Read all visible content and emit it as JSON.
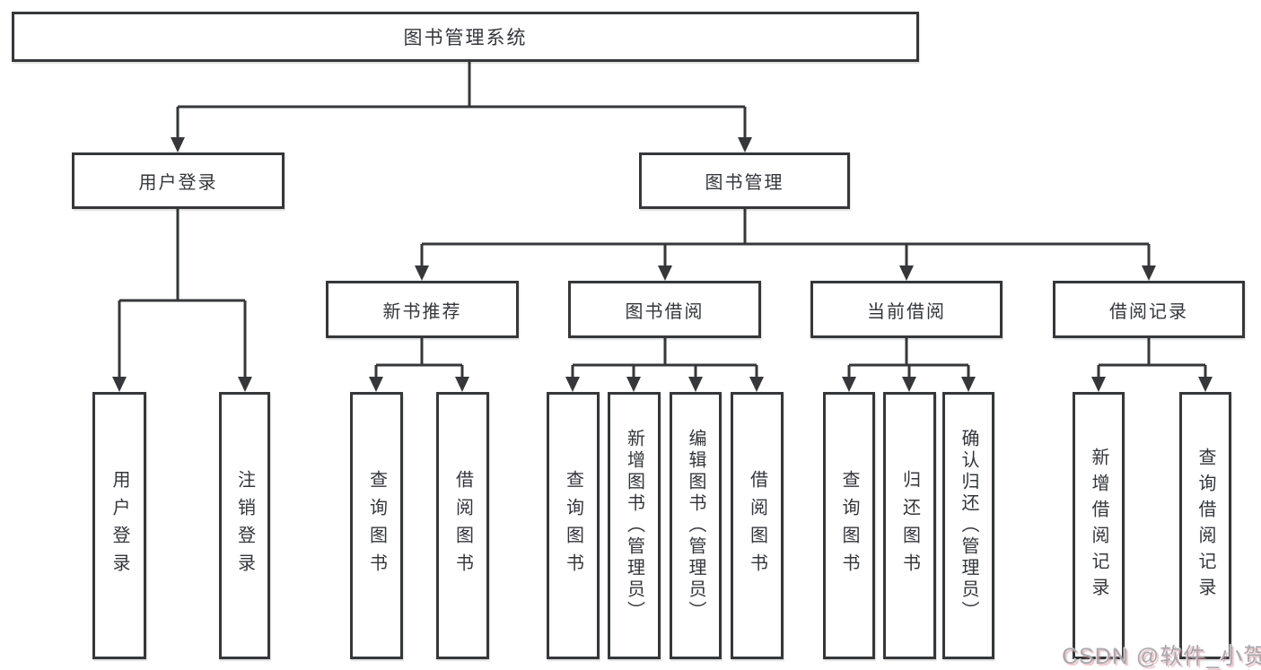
{
  "diagram": {
    "root": {
      "label": "图书管理系统"
    },
    "level2": [
      {
        "label": "用户登录"
      },
      {
        "label": "图书管理"
      }
    ],
    "level3": [
      {
        "label": "新书推荐"
      },
      {
        "label": "图书借阅"
      },
      {
        "label": "当前借阅"
      },
      {
        "label": "借阅记录"
      }
    ],
    "leaves": [
      {
        "label": "用户登录"
      },
      {
        "label": "注销登录"
      },
      {
        "label": "查询图书"
      },
      {
        "label": "借阅图书"
      },
      {
        "label": "查询图书"
      },
      {
        "label": "新增图书（管理员）"
      },
      {
        "label": "编辑图书（管理员）"
      },
      {
        "label": "借阅图书"
      },
      {
        "label": "查询图书"
      },
      {
        "label": "归还图书"
      },
      {
        "label": "确认归还（管理员）"
      },
      {
        "label": "新增借阅记录"
      },
      {
        "label": "查询借阅记录"
      }
    ]
  },
  "watermark": {
    "text": "CSDN @软件_小贺同学"
  },
  "colors": {
    "line": "#35373a",
    "box_border": "#35373a",
    "text": "#33363b",
    "background": "#ffffff",
    "watermark": "#a6a9ae",
    "watermark_shadow": "#e08c96"
  }
}
